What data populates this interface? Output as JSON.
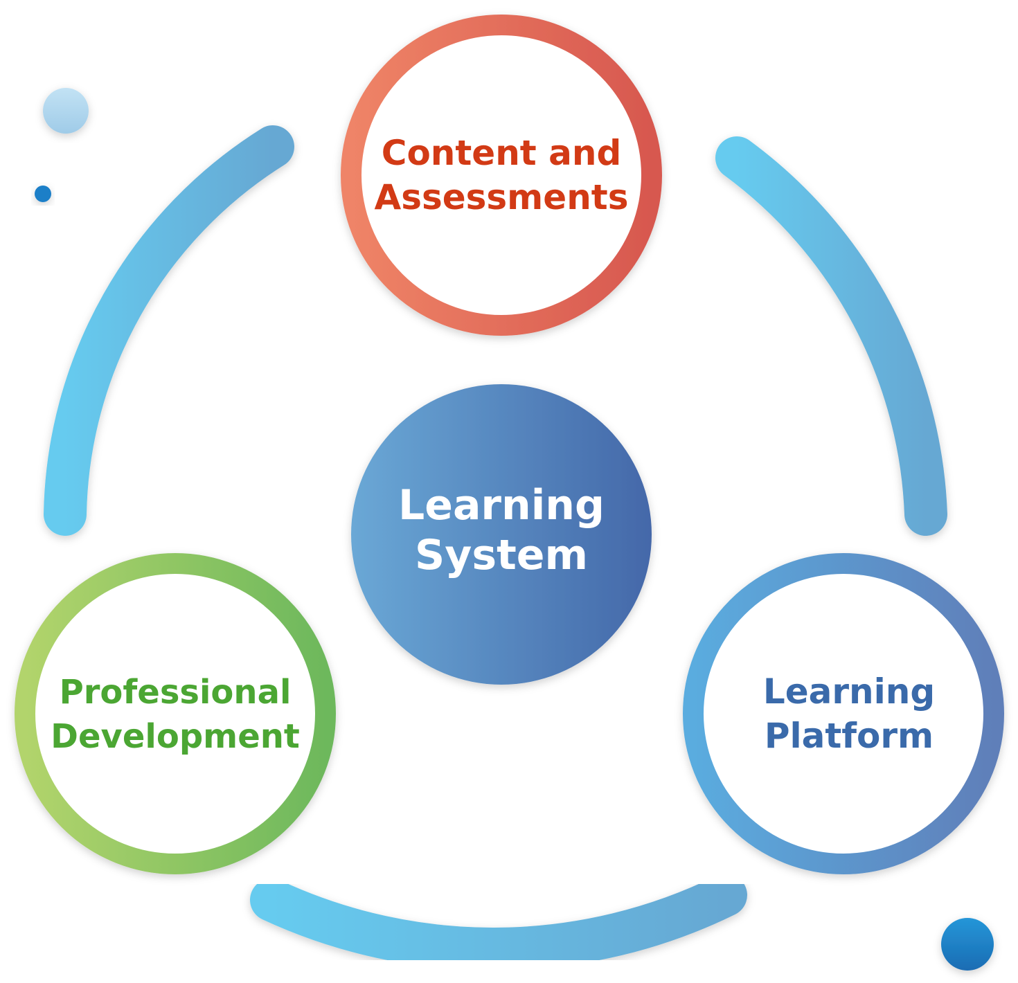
{
  "center": {
    "line1": "Learning",
    "line2": "System"
  },
  "nodes": {
    "top": {
      "line1": "Content and",
      "line2": "Assessments",
      "text_color": "#d23a15",
      "ring_colors": [
        "#ef8467",
        "#d7584f"
      ]
    },
    "left": {
      "line1": "Professional",
      "line2": "Development",
      "text_color": "#4ba633",
      "ring_colors": [
        "#b2d46c",
        "#6db85c"
      ]
    },
    "right": {
      "line1": "Learning",
      "line2": "Platform",
      "text_color": "#3a6aaa",
      "ring_colors": [
        "#5aacdf",
        "#5f7fb9"
      ]
    }
  },
  "colors": {
    "arc_light": "#66cbef",
    "arc_dark": "#66a8d3",
    "center_light": "#6aa8d6",
    "center_dark": "#4468a9"
  }
}
